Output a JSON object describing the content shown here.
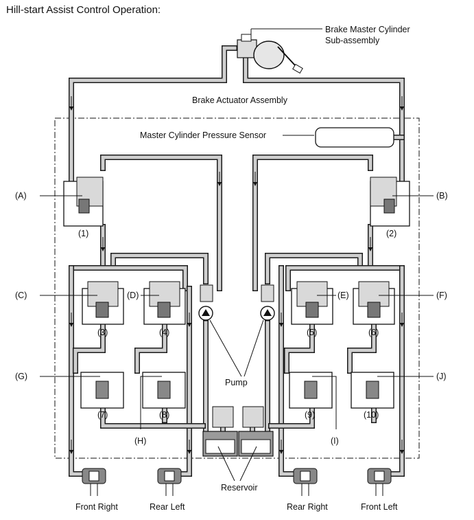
{
  "title": "Hill-start Assist Control Operation:",
  "labels": {
    "master_cylinder": "Brake Master Cylinder",
    "master_cylinder_2": "Sub-assembly",
    "actuator": "Brake Actuator Assembly",
    "pressure_sensor": "Master Cylinder Pressure Sensor",
    "pump": "Pump",
    "reservoir": "Reservoir"
  },
  "valve_letters": [
    "(A)",
    "(B)",
    "(C)",
    "(D)",
    "(E)",
    "(F)",
    "(G)",
    "(H)",
    "(I)",
    "(J)"
  ],
  "valve_numbers": [
    "(1)",
    "(2)",
    "(3)",
    "(4)",
    "(5)",
    "(6)",
    "(7)",
    "(8)",
    "(9)",
    "(10)"
  ],
  "wheels": [
    "Front Right",
    "Rear Left",
    "Rear Right",
    "Front Left"
  ]
}
